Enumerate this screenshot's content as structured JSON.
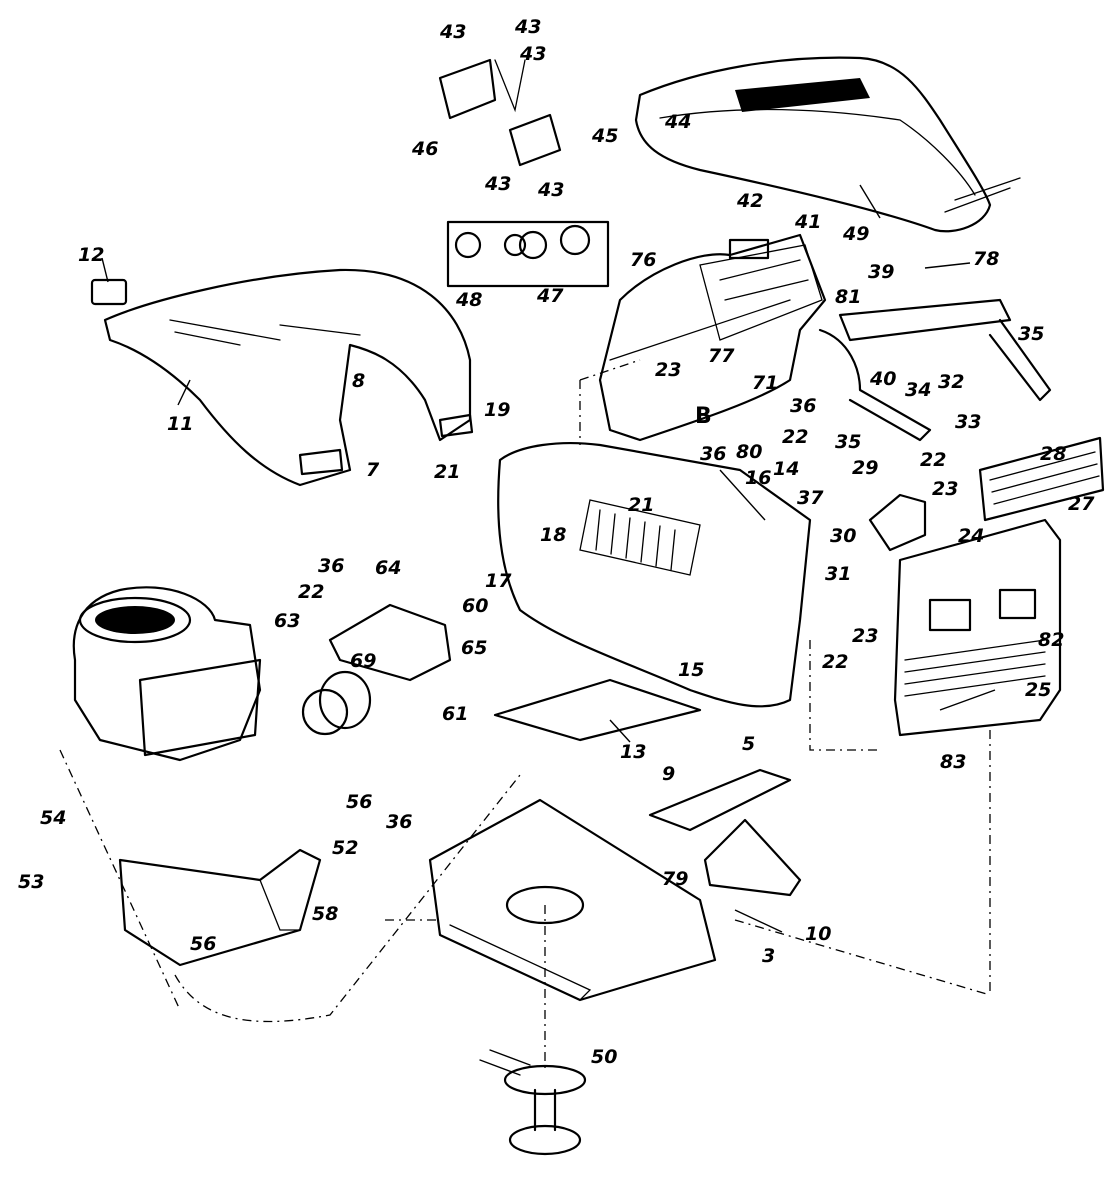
{
  "labels": [
    "43",
    "43",
    "43",
    "43",
    "43",
    "46",
    "45",
    "44",
    "42",
    "41",
    "49",
    "39",
    "35",
    "35",
    "78",
    "81",
    "77",
    "71",
    "23",
    "22",
    "36",
    "40",
    "34",
    "32",
    "33",
    "36",
    "80",
    "B",
    "12",
    "11",
    "8",
    "7",
    "19",
    "21",
    "21",
    "18",
    "16",
    "14",
    "37",
    "17",
    "29",
    "22",
    "23",
    "30",
    "31",
    "24",
    "28",
    "27",
    "82",
    "23",
    "22",
    "25",
    "83",
    "48",
    "47",
    "76",
    "36",
    "22",
    "64",
    "60",
    "63",
    "69",
    "65",
    "61",
    "15",
    "13",
    "5",
    "9",
    "54",
    "53",
    "56",
    "36",
    "52",
    "58",
    "56",
    "79",
    "10",
    "3",
    "50"
  ]
}
